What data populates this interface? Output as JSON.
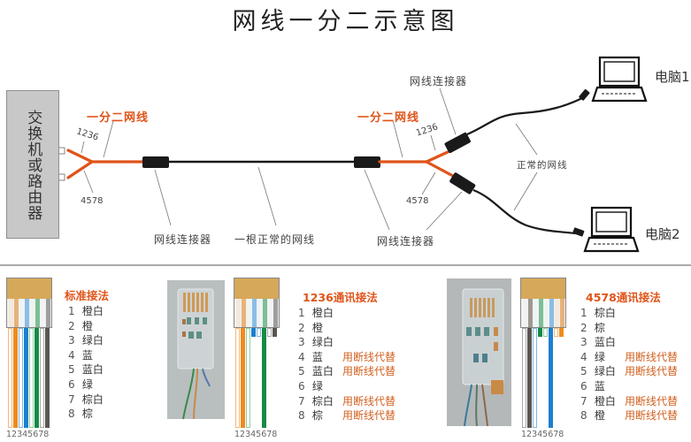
{
  "title": "网线一分二示意图",
  "diagram": {
    "device_label": "交换机或路由器",
    "splitter_left_label": "一分二网线",
    "splitter_right_label": "一分二网线",
    "pairs_top_left": "1236",
    "pairs_bottom_left": "4578",
    "pairs_top_right": "1236",
    "pairs_bottom_right": "4578",
    "connector_label_left": "网线连接器",
    "connector_label_right_top": "网线连接器",
    "connector_label_right_bottom": "网线连接器",
    "main_cable_label": "一根正常的网线",
    "normal_cables_label": "正常的网线",
    "pc1_label": "电脑1",
    "pc2_label": "电脑2",
    "colors": {
      "orange_cable": "#e0541a",
      "black_cable": "#1a1a1a",
      "device_fill": "#c8c8c8",
      "accent_text": "#e0541a"
    }
  },
  "schemes": [
    {
      "title": "标准接法",
      "pin_numbers": "12345678",
      "wires": [
        {
          "num": "1",
          "color": "橙白",
          "note": ""
        },
        {
          "num": "2",
          "color": "橙",
          "note": ""
        },
        {
          "num": "3",
          "color": "绿白",
          "note": ""
        },
        {
          "num": "4",
          "color": "蓝",
          "note": ""
        },
        {
          "num": "5",
          "color": "蓝白",
          "note": ""
        },
        {
          "num": "6",
          "color": "绿",
          "note": ""
        },
        {
          "num": "7",
          "color": "棕白",
          "note": ""
        },
        {
          "num": "8",
          "color": "棕",
          "note": ""
        }
      ]
    },
    {
      "title": "1236通讯接法",
      "pin_numbers": "12345678",
      "wires": [
        {
          "num": "1",
          "color": "橙白",
          "note": ""
        },
        {
          "num": "2",
          "color": "橙",
          "note": ""
        },
        {
          "num": "3",
          "color": "绿白",
          "note": ""
        },
        {
          "num": "4",
          "color": "蓝",
          "note": "用断线代替"
        },
        {
          "num": "5",
          "color": "蓝白",
          "note": "用断线代替"
        },
        {
          "num": "6",
          "color": "绿",
          "note": ""
        },
        {
          "num": "7",
          "color": "棕白",
          "note": "用断线代替"
        },
        {
          "num": "8",
          "color": "棕",
          "note": "用断线代替"
        }
      ]
    },
    {
      "title": "4578通讯接法",
      "pin_numbers": "12345678",
      "wires": [
        {
          "num": "1",
          "color": "棕白",
          "note": ""
        },
        {
          "num": "2",
          "color": "棕",
          "note": ""
        },
        {
          "num": "3",
          "color": "蓝白",
          "note": ""
        },
        {
          "num": "4",
          "color": "绿",
          "note": "用断线代替"
        },
        {
          "num": "5",
          "color": "绿白",
          "note": "用断线代替"
        },
        {
          "num": "6",
          "color": "蓝",
          "note": ""
        },
        {
          "num": "7",
          "color": "橙白",
          "note": "用断线代替"
        },
        {
          "num": "8",
          "color": "橙",
          "note": "用断线代替"
        }
      ]
    }
  ]
}
